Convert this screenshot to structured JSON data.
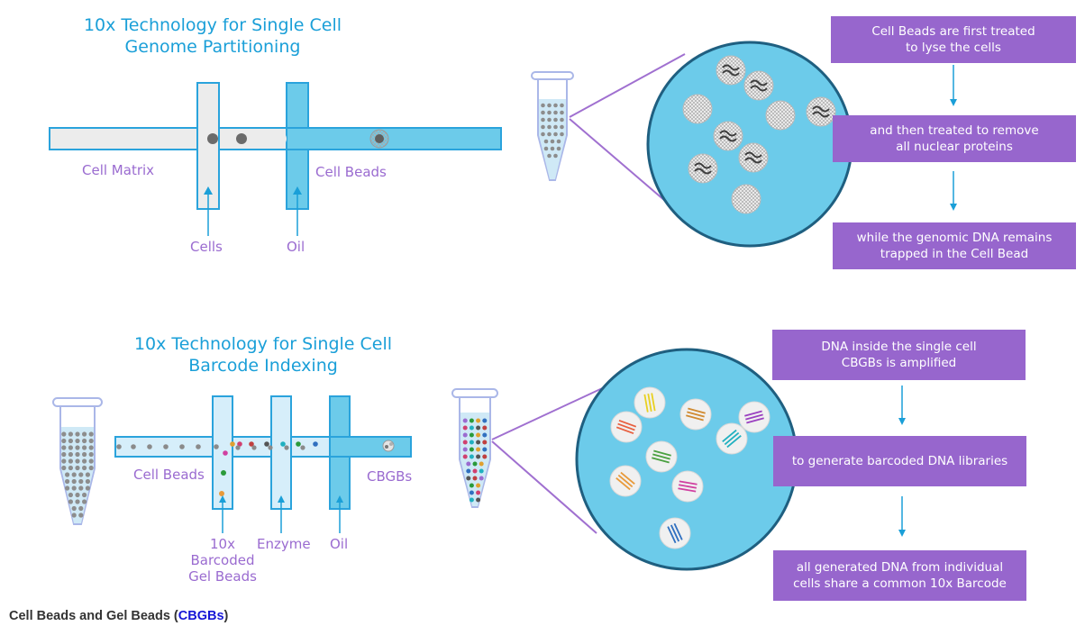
{
  "top": {
    "title_line1": "10x Technology for Single Cell",
    "title_line2": "Genome Partitioning",
    "labels": {
      "cell_matrix": "Cell Matrix",
      "cell_beads": "Cell Beads",
      "cells": "Cells",
      "oil": "Oil"
    },
    "steps": [
      {
        "line1": "Cell Beads are first treated",
        "line2": "to lyse the cells"
      },
      {
        "line1": "and then treated to remove",
        "line2": "all nuclear proteins"
      },
      {
        "line1": "while the genomic DNA remains",
        "line2": "trapped in the Cell Bead"
      }
    ]
  },
  "bottom": {
    "title_line1": "10x Technology for Single Cell",
    "title_line2": "Barcode Indexing",
    "labels": {
      "cell_beads": "Cell Beads",
      "cbgbs": "CBGBs",
      "barcoded_1": "10x",
      "barcoded_2": "Barcoded",
      "barcoded_3": "Gel Beads",
      "enzyme": "Enzyme",
      "oil": "Oil"
    },
    "steps": [
      {
        "line1": "DNA inside the single cell",
        "line2": "CBGBs is amplified"
      },
      {
        "line1": "to generate barcoded DNA libraries",
        "line2": ""
      },
      {
        "line1": "all generated DNA from individual",
        "line2": "cells share a common 10x Barcode"
      }
    ]
  },
  "caption": {
    "prefix": "Cell Beads and Gel Beads (",
    "link": "CBGBs",
    "suffix": ")"
  },
  "colors": {
    "blue_title": "#1a9fd8",
    "purple_text": "#9a6bd0",
    "purple_box": "#9766cd",
    "channel_fill": "#6ccbea",
    "channel_light": "#ececec",
    "channel_edge": "#2aa3dc",
    "link": "#1515d6"
  }
}
